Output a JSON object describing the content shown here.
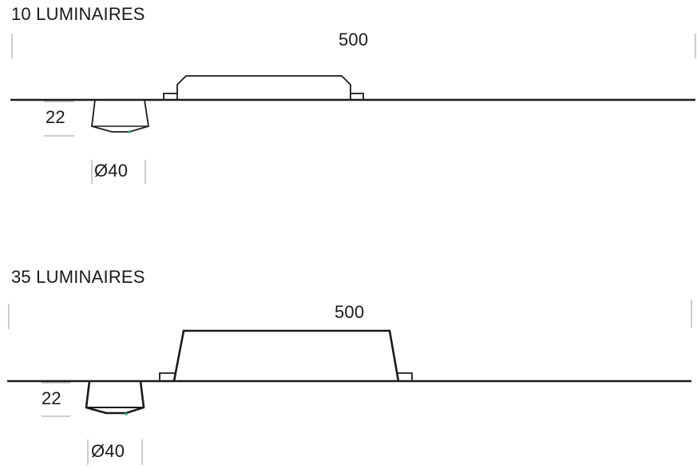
{
  "diagrams": [
    {
      "title": "10 LUMINAIRES",
      "length_label": "500",
      "height_label": "22",
      "diameter_label": "Ø40"
    },
    {
      "title": "35 LUMINAIRES",
      "length_label": "500",
      "height_label": "22",
      "diameter_label": "Ø40"
    }
  ],
  "colors": {
    "line": "#1a1a1a",
    "dimension": "#9a9a9a",
    "led_dot": "#2aa37a"
  }
}
